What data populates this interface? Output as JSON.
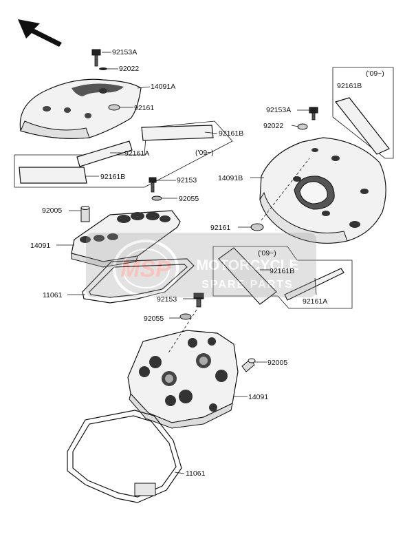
{
  "watermark": {
    "logo_text": "MSP",
    "line1": "MOTORCYCLE",
    "line2": "SPARE PARTS"
  },
  "labels": {
    "p92153A_top": "92153A",
    "p92022_top": "92022",
    "p14091A": "14091A",
    "p92161_top": "92161",
    "p92161B_left1": "92161B",
    "p92161A_left": "92161A",
    "p09_left": "('09~)",
    "p92161B_left2": "92161B",
    "p92153_upper": "92153",
    "p92055_upper": "92055",
    "p92005_upper": "92005",
    "p14091_upper": "14091",
    "p11061_upper": "11061",
    "p92153_lower": "92153",
    "p92055_lower": "92055",
    "p92005_lower": "92005",
    "p14091_lower": "14091",
    "p11061_lower": "11061",
    "p09_right_top": "('09~)",
    "p92161B_right_top": "92161B",
    "p92153A_right": "92153A",
    "p92022_right": "92022",
    "p14091B": "14091B",
    "p92161_right": "92161",
    "p09_right_mid": "('09~)",
    "p92161B_right_mid": "92161B",
    "p92161A_right": "92161A"
  }
}
